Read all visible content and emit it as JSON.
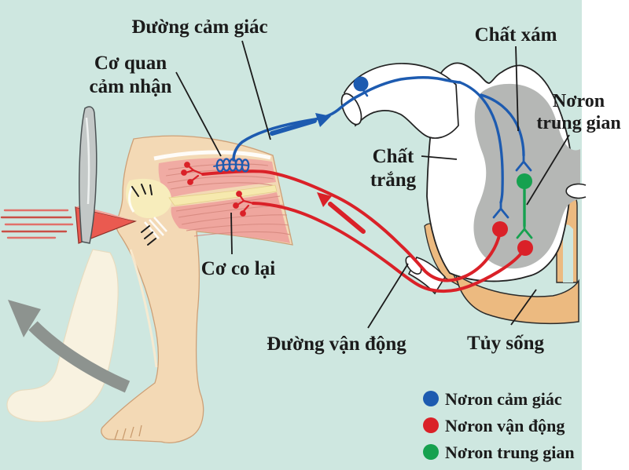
{
  "labels": {
    "sensory_pathway": "Đường cảm giác",
    "receptor_line1": "Cơ quan",
    "receptor_line2": "cảm nhận",
    "gray_matter": "Chất xám",
    "interneuron_line1": "Nơron",
    "interneuron_line2": "trung gian",
    "white_matter_line1": "Chất",
    "white_matter_line2": "trắng",
    "muscle_contracts": "Cơ co lại",
    "motor_pathway": "Đường vận động",
    "spinal_cord": "Tủy sống"
  },
  "legend": {
    "items": [
      {
        "label": "Nơron cảm giác",
        "color": "#1d5bb0"
      },
      {
        "label": "Nơron vận động",
        "color": "#da2128"
      },
      {
        "label": "Nơron trung gian",
        "color": "#16a14f"
      }
    ]
  },
  "colors": {
    "background": "#cee7e0",
    "sensory_blue": "#1d5bb0",
    "motor_red": "#da2128",
    "interneuron_green": "#16a14f",
    "gray_matter": "#b5b7b5",
    "bone_tan": "#ecba80",
    "skin": "#f3d9b5",
    "muscle_pink": "#f0aba3"
  }
}
